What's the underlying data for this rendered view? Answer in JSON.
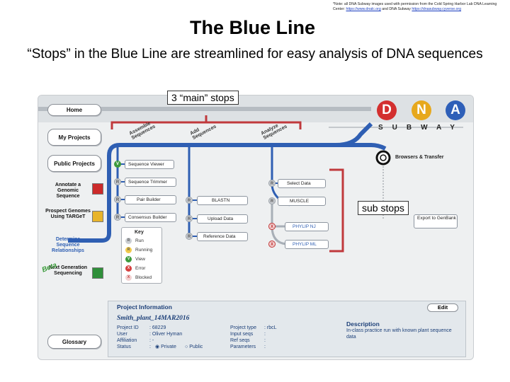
{
  "credit": {
    "text": "*Note: all DNA Subway images used with permission from the Cold Spring Harbor Lab DNA Learning Center:",
    "link1": "https://www.dnalc.org",
    "mid": "and DNA Subway",
    "link2": "https://dnasubway.cyverse.org"
  },
  "slide": {
    "title": "The Blue Line",
    "subtitle": "“Stops” in the Blue Line are streamlined for easy analysis of DNA sequences"
  },
  "callouts": {
    "main": "3 “main” stops",
    "sub": "sub stops"
  },
  "sidebar": {
    "home": "Home",
    "my_projects": "My Projects",
    "public_projects": "Public Projects",
    "glossary": "Glossary",
    "lines": [
      {
        "label": "Annotate a Genomic Sequence",
        "color": "#cc2a2a"
      },
      {
        "label": "Prospect Genomes Using TARGeT",
        "color": "#e8b42a"
      },
      {
        "label": "Determine Sequence Relationships",
        "color": "#2f5fb3"
      },
      {
        "label": "Next Generation Sequencing",
        "color": "#2f8f3a"
      }
    ],
    "beta": "Beta"
  },
  "logo": {
    "letters": [
      "D",
      "N",
      "A"
    ],
    "colors": [
      "#d32f2f",
      "#e7a81c",
      "#2e5fb8"
    ],
    "word": "SUBWAY"
  },
  "stages": {
    "assemble": "Assemble Sequences",
    "add": "Add Sequences",
    "analyze": "Analyze Sequences"
  },
  "stops": {
    "col1": [
      {
        "badge": "V",
        "label": "Sequence Viewer"
      },
      {
        "badge": "R",
        "label": "Sequence Trimmer"
      },
      {
        "badge": "R",
        "label": "Pair Builder"
      },
      {
        "badge": "R",
        "label": "Consensus Builder"
      }
    ],
    "col2": [
      {
        "badge": "R",
        "label": "BLASTN"
      },
      {
        "badge": "R",
        "label": "Upload Data"
      },
      {
        "badge": "R",
        "label": "Reference Data"
      }
    ],
    "col3": [
      {
        "badge": "R",
        "label": "Select Data"
      },
      {
        "badge": "R",
        "label": "MUSCLE"
      },
      {
        "badge": "X",
        "label": "PHYLIP NJ"
      },
      {
        "badge": "X",
        "label": "PHYLIP ML"
      }
    ],
    "browsers": "Browsers & Transfer",
    "export": "Export to GenBank"
  },
  "key": {
    "title": "Key",
    "items": [
      {
        "badge": "R",
        "label": "Run"
      },
      {
        "badge": "R",
        "label": "Running"
      },
      {
        "badge": "V",
        "label": "View"
      },
      {
        "badge": "X",
        "label": "Error"
      },
      {
        "badge": "X",
        "label": "Blocked"
      }
    ]
  },
  "project": {
    "heading": "Project Information",
    "edit": "Edit",
    "name": "Smith_plant_14MAR2016",
    "fields_left": [
      {
        "k": "Project ID",
        "v": ": 68229"
      },
      {
        "k": "User",
        "v": ": Oliver Hyman"
      },
      {
        "k": "Affiliation",
        "v": ": -"
      },
      {
        "k": "Status",
        "v": ":"
      }
    ],
    "status_private": "Private",
    "status_public": "Public",
    "fields_right": [
      {
        "k": "Project type",
        "v": ": rbcL"
      },
      {
        "k": "Input seqs",
        "v": ":"
      },
      {
        "k": "Ref seqs",
        "v": ":"
      },
      {
        "k": "Parameters",
        "v": ":"
      }
    ],
    "desc_heading": "Description",
    "desc_body": "In-class practice run with known plant sequence data"
  }
}
